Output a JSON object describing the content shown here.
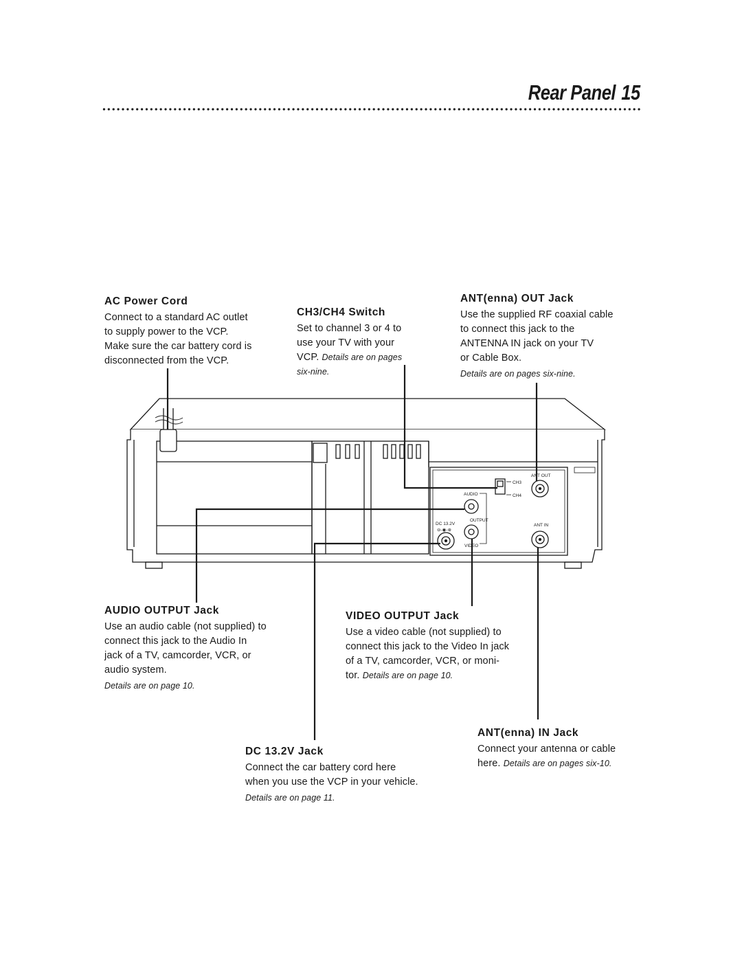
{
  "header": {
    "title": "Rear Panel",
    "page_number": "15"
  },
  "panel_labels": {
    "ch3": "CH3",
    "ch4": "CH4",
    "ant_out": "ANT OUT",
    "audio": "AUDIO",
    "dc": "DC 13.2V",
    "output": "OUTPUT",
    "ant_in": "ANT IN",
    "video": "VIDEO"
  },
  "callouts": {
    "ac_power": {
      "title": "AC Power Cord",
      "lines": [
        "Connect to a standard AC outlet",
        "to supply power to the VCP.",
        "Make sure the car battery cord is",
        "disconnected from the VCP."
      ]
    },
    "ch_switch": {
      "title": "CH3/CH4 Switch",
      "lines": [
        "Set to channel 3 or 4 to",
        "use your TV with your"
      ],
      "line3_text": "VCP.",
      "line3_details": "Details are on pages",
      "details": "six-nine."
    },
    "ant_out": {
      "title": "ANT(enna) OUT Jack",
      "lines": [
        "Use the supplied RF coaxial cable",
        "to connect this jack to the",
        "ANTENNA IN jack on your TV",
        "or Cable Box."
      ],
      "details": "Details are on pages six-nine."
    },
    "audio_output": {
      "title": "AUDIO OUTPUT Jack",
      "lines": [
        "Use an audio cable (not supplied) to",
        "connect this jack to the Audio In",
        "jack of a TV, camcorder, VCR, or",
        "audio system."
      ],
      "details": "Details are on page 10."
    },
    "video_output": {
      "title": "VIDEO OUTPUT Jack",
      "lines": [
        "Use a video cable (not supplied) to",
        "connect this jack to the Video In jack",
        "of a TV, camcorder, VCR, or moni-"
      ],
      "line4_text": "tor.",
      "line4_details": "Details are on page 10."
    },
    "ant_in": {
      "title": "ANT(enna) IN Jack",
      "lines": [
        "Connect your antenna or cable"
      ],
      "line2_text": "here.",
      "line2_details": "Details are on pages six-10."
    },
    "dc_jack": {
      "title": "DC 13.2V Jack",
      "lines": [
        "Connect the car battery cord here",
        "when you use the VCP in your vehicle."
      ],
      "details": "Details are on page 11."
    }
  }
}
